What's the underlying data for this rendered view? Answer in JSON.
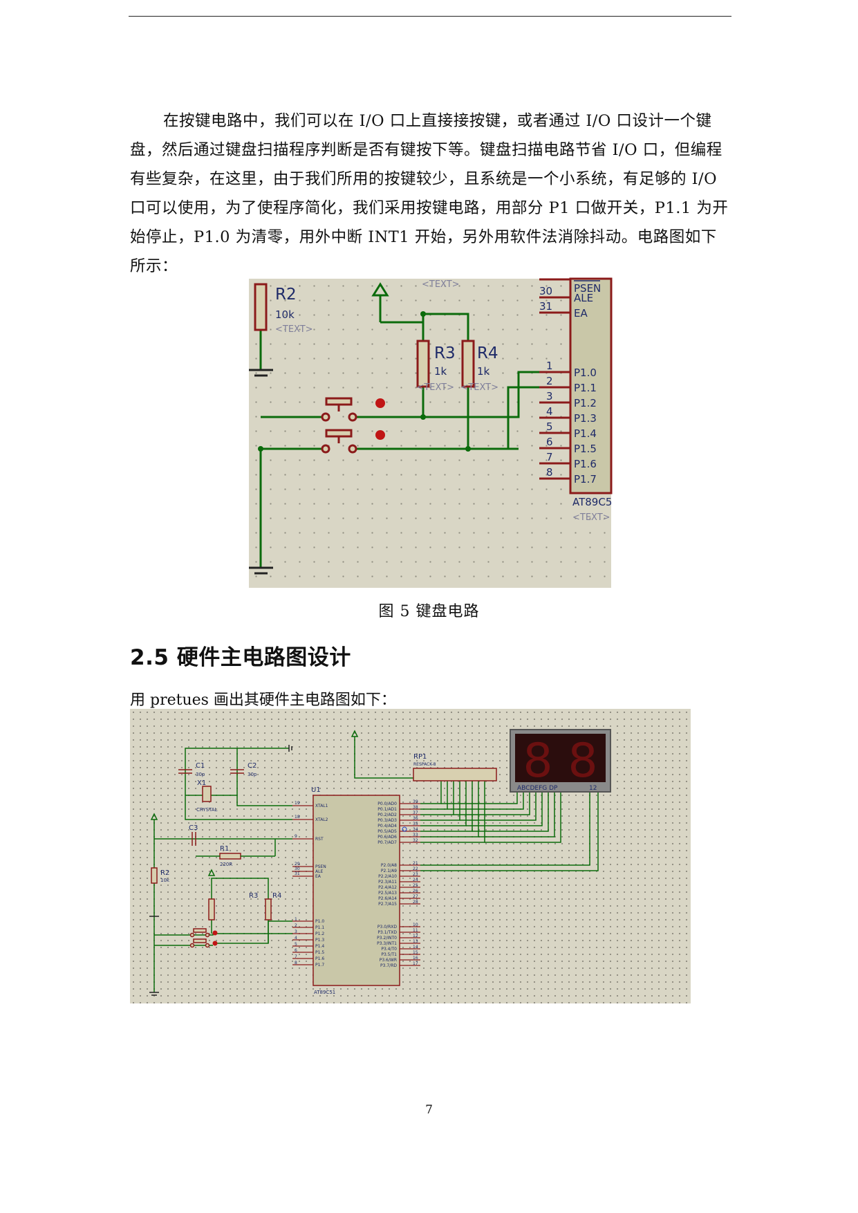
{
  "header": {},
  "paragraph": "在按键电路中，我们可以在 I/O 口上直接接按键，或者通过 I/O 口设计一个键盘，然后通过键盘扫描程序判断是否有键按下等。键盘扫描电路节省 I/O 口，但编程有些复杂，在这里，由于我们所用的按键较少，且系统是一个小系统，有足够的 I/O 口可以使用，为了使程序简化，我们采用按键电路，用部分 P1 口做开关，P1.1 为开始停止，P1.0 为清零，用外中断 INT1 开始，另外用软件法消除抖动。电路图如下所示：",
  "figure1": {
    "caption": "图 5  键盘电路",
    "labels": {
      "r2_ref": "R2",
      "r2_val": "10k",
      "text_tag": "<TEXT>",
      "r3_ref": "R3",
      "r3_val": "1k",
      "r4_ref": "R4",
      "r4_val": "1k",
      "chip_name": "AT89C5"
    },
    "top_pins": [
      {
        "num": "30",
        "name": "ALE"
      },
      {
        "num": "31",
        "name": "EA"
      }
    ],
    "psen": "PSEN",
    "p1_pins": [
      {
        "num": "1",
        "name": "P1.0"
      },
      {
        "num": "2",
        "name": "P1.1"
      },
      {
        "num": "3",
        "name": "P1.2"
      },
      {
        "num": "4",
        "name": "P1.3"
      },
      {
        "num": "5",
        "name": "P1.4"
      },
      {
        "num": "6",
        "name": "P1.5"
      },
      {
        "num": "7",
        "name": "P1.6"
      },
      {
        "num": "8",
        "name": "P1.7"
      }
    ]
  },
  "section": {
    "title": "2.5 硬件主电路图设计",
    "intro": "用 pretues 画出其硬件主电路图如下："
  },
  "figure2": {
    "labels": {
      "c1": "C1",
      "c2": "C2",
      "c3": "C3",
      "x1": "X1",
      "crystal": "CRYSTAL",
      "u1": "U1",
      "r1": "R1",
      "r1_val": "220R",
      "r2": "R2",
      "r2_val": "10k",
      "r3": "R3",
      "r4": "R4",
      "rp1": "RP1",
      "rp1_type": "RESPACK-8",
      "chip": "AT89C51",
      "seg_label": "ABCDEFG  DP",
      "seg_digits": "12",
      "seg_char": "8",
      "cap_val": "30p"
    },
    "left_pins": [
      {
        "num": "19",
        "name": "XTAL1"
      },
      {
        "num": "18",
        "name": "XTAL2"
      },
      {
        "num": "9",
        "name": "RST"
      },
      {
        "num": "29",
        "name": "PSEN"
      },
      {
        "num": "30",
        "name": "ALE"
      },
      {
        "num": "31",
        "name": "EA"
      }
    ],
    "p1_pins": [
      "P1.0",
      "P1.1",
      "P1.2",
      "P1.3",
      "P1.4",
      "P1.5",
      "P1.6",
      "P1.7"
    ],
    "p0_pins": [
      {
        "num": "39",
        "name": "P0.0/AD0"
      },
      {
        "num": "38",
        "name": "P0.1/AD1"
      },
      {
        "num": "37",
        "name": "P0.2/AD2"
      },
      {
        "num": "36",
        "name": "P0.3/AD3"
      },
      {
        "num": "35",
        "name": "P0.4/AD4"
      },
      {
        "num": "34",
        "name": "P0.5/AD5"
      },
      {
        "num": "33",
        "name": "P0.6/AD6"
      },
      {
        "num": "32",
        "name": "P0.7/AD7"
      }
    ],
    "p2_pins": [
      {
        "num": "21",
        "name": "P2.0/A8"
      },
      {
        "num": "22",
        "name": "P2.1/A9"
      },
      {
        "num": "23",
        "name": "P2.2/A10"
      },
      {
        "num": "24",
        "name": "P2.3/A11"
      },
      {
        "num": "25",
        "name": "P2.4/A12"
      },
      {
        "num": "26",
        "name": "P2.5/A13"
      },
      {
        "num": "27",
        "name": "P2.6/A14"
      },
      {
        "num": "28",
        "name": "P2.7/A15"
      }
    ],
    "p3_pins": [
      {
        "num": "10",
        "name": "P3.0/RXD"
      },
      {
        "num": "11",
        "name": "P3.1/TXD"
      },
      {
        "num": "12",
        "name": "P3.2/INT0"
      },
      {
        "num": "13",
        "name": "P3.3/INT1"
      },
      {
        "num": "14",
        "name": "P3.4/T0"
      },
      {
        "num": "15",
        "name": "P3.5/T1"
      },
      {
        "num": "16",
        "name": "P3.6/WR"
      },
      {
        "num": "17",
        "name": "P3.7/RD"
      }
    ]
  },
  "page_number": "7",
  "colors": {
    "wire": "#0b6b0b",
    "component": "#8b1a1a",
    "label": "#1e2a68",
    "chip_fill": "#c9c7a8",
    "seg_bg": "#2b0d0d",
    "seg_on": "#6b1010"
  }
}
